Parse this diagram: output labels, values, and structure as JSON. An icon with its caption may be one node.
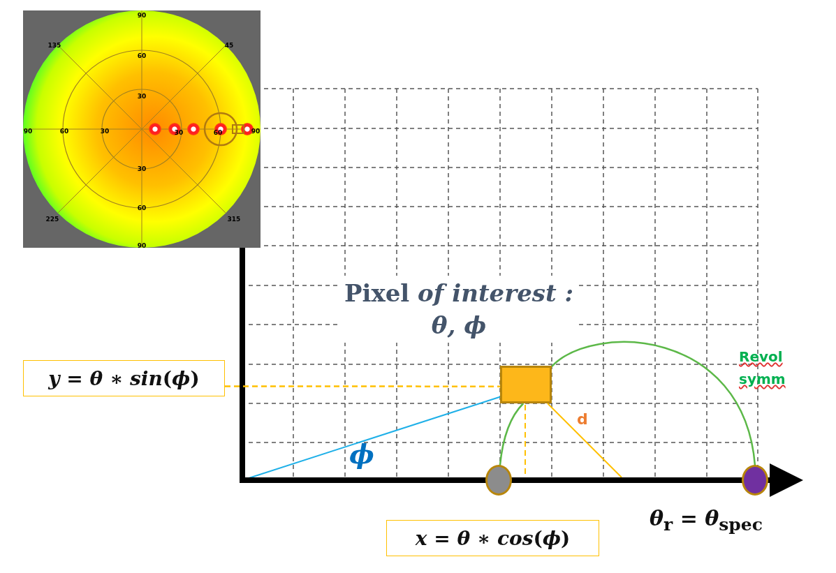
{
  "diagram": {
    "nodes": [
      {
        "text": [],
        "shape": "box",
        "beside": [
          "Pixel *of interest : θ, ϕ*"
        ]
      },
      {
        "text": [],
        "shape": "circle"
      },
      {
        "text": [],
        "shape": "circle"
      },
      {
        "text": [
          "*y* = *θ* ∗ *sin*(*ϕ*)"
        ]
      },
      {
        "text": [
          "*x* = *θ* ∗ *cos*(*ϕ*)"
        ]
      }
    ],
    "edges": [
      {
        "from": 3,
        "to": 0,
        "arrow": "none",
        "style": "dashed",
        "color": "#ffc000"
      },
      {
        "from": 1,
        "to": 0,
        "arrow": "none"
      },
      {
        "from": 0,
        "to": 2,
        "arrow": "none"
      }
    ],
    "labels": [
      "90",
      "135",
      "45",
      "60",
      "30",
      "90",
      "60",
      "30",
      "30",
      "60",
      "90",
      "30",
      "60",
      "225",
      "315",
      "90",
      "ϕ",
      "d",
      "Revol symm",
      "*θ*$_{r}$ = *θ*$_{spec}$"
    ]
  }
}
